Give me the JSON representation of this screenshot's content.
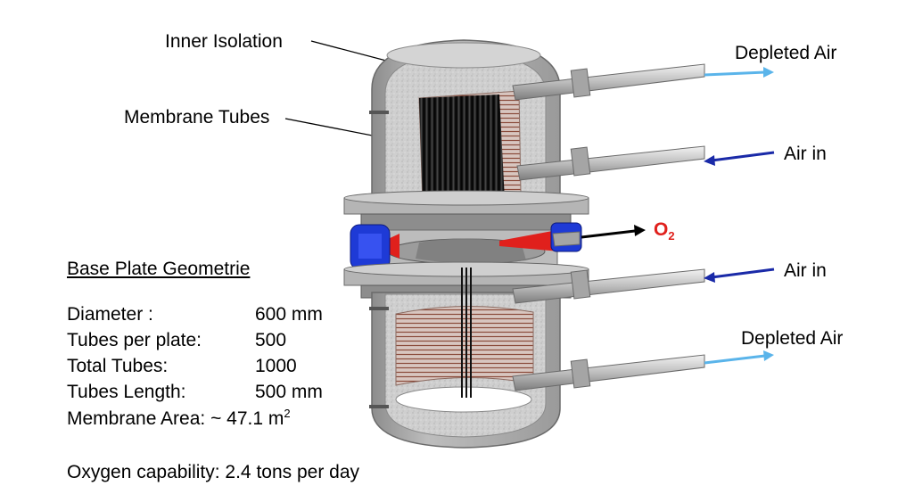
{
  "labels": {
    "inner_isolation": "Inner Isolation",
    "membrane_tubes": "Membrane Tubes",
    "depleted_air_top": "Depleted Air",
    "air_in_top": "Air in",
    "o2_main": "O",
    "o2_sub": "2",
    "air_in_bottom": "Air in",
    "depleted_air_bottom": "Depleted Air"
  },
  "specs": {
    "title": "Base Plate Geometrie",
    "rows": [
      {
        "label": "Diameter :",
        "value": "600 mm"
      },
      {
        "label": "Tubes per plate:",
        "value": "500"
      },
      {
        "label": "Total Tubes:",
        "value": "1000"
      },
      {
        "label": "Tubes Length:",
        "value": "500 mm"
      }
    ],
    "area_label": "Membrane Area: ~ 47.1 m",
    "area_sup": "2",
    "capability": "Oxygen capability:  2.4 tons per day"
  },
  "colors": {
    "vessel": "#a9a9a9",
    "insulation": "#c8c8c8",
    "tubes": "#151515",
    "flange_blue": "#1e3ad6",
    "oxygen_red": "#e0201c",
    "air_in_arrow": "#1a2aa8",
    "depleted_arrow": "#5ab4ea"
  }
}
